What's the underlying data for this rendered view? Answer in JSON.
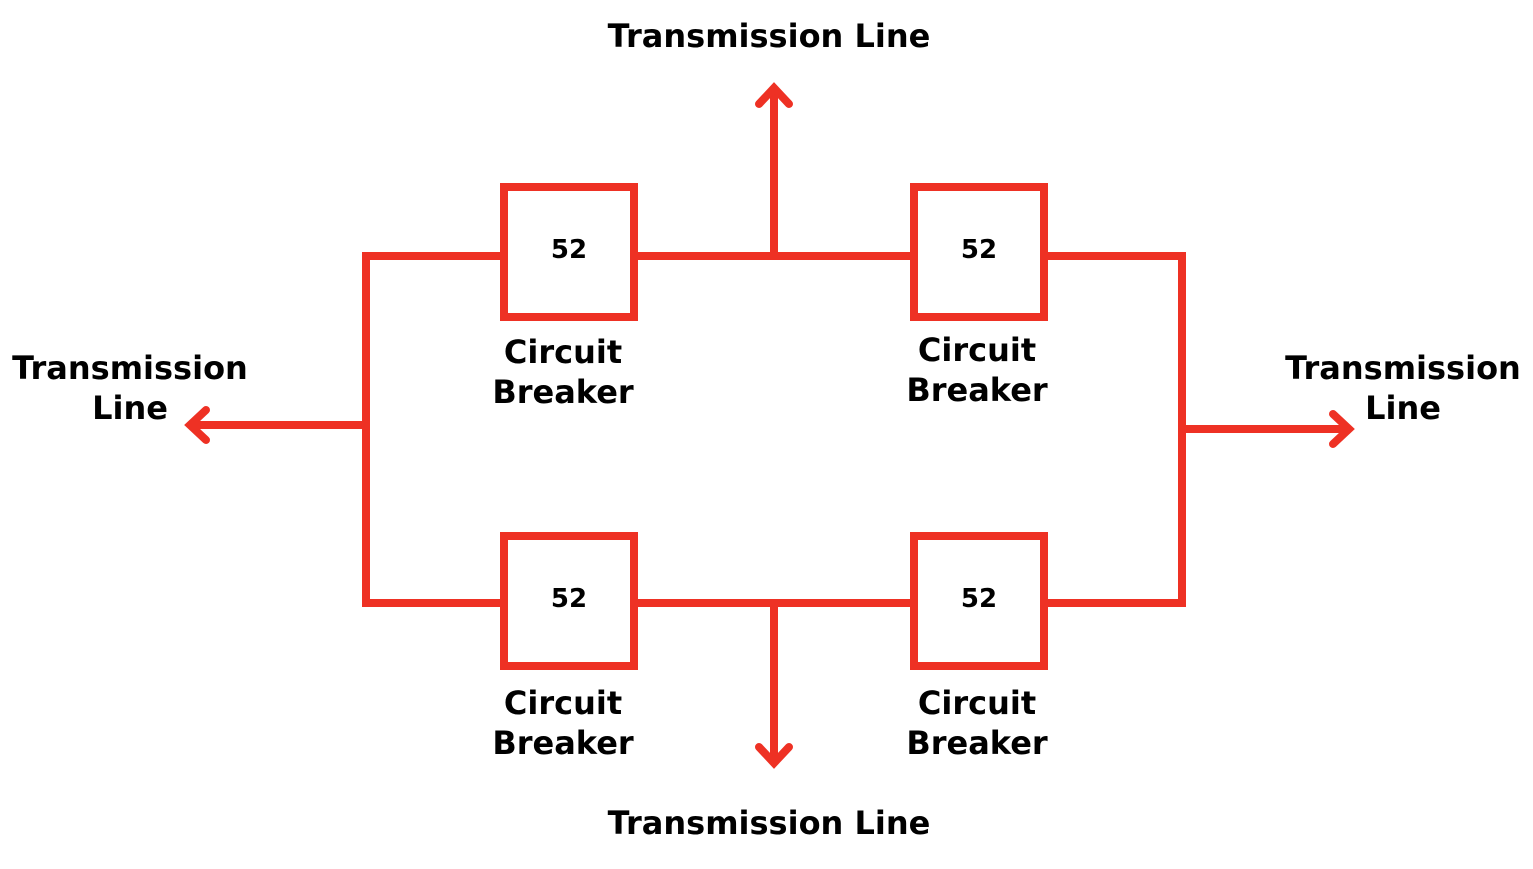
{
  "colors": {
    "line": "#ee3124",
    "text": "#000000",
    "background": "#ffffff"
  },
  "transmission_lines": {
    "top": "Transmission Line",
    "bottom": "Transmission Line",
    "left": {
      "line1": "Transmission",
      "line2": "Line"
    },
    "right": {
      "line1": "Transmission",
      "line2": "Line"
    }
  },
  "breakers": {
    "top_left": {
      "number": "52",
      "label1": "Circuit",
      "label2": "Breaker"
    },
    "top_right": {
      "number": "52",
      "label1": "Circuit",
      "label2": "Breaker"
    },
    "bottom_left": {
      "number": "52",
      "label1": "Circuit",
      "label2": "Breaker"
    },
    "bottom_right": {
      "number": "52",
      "label1": "Circuit",
      "label2": "Breaker"
    }
  }
}
